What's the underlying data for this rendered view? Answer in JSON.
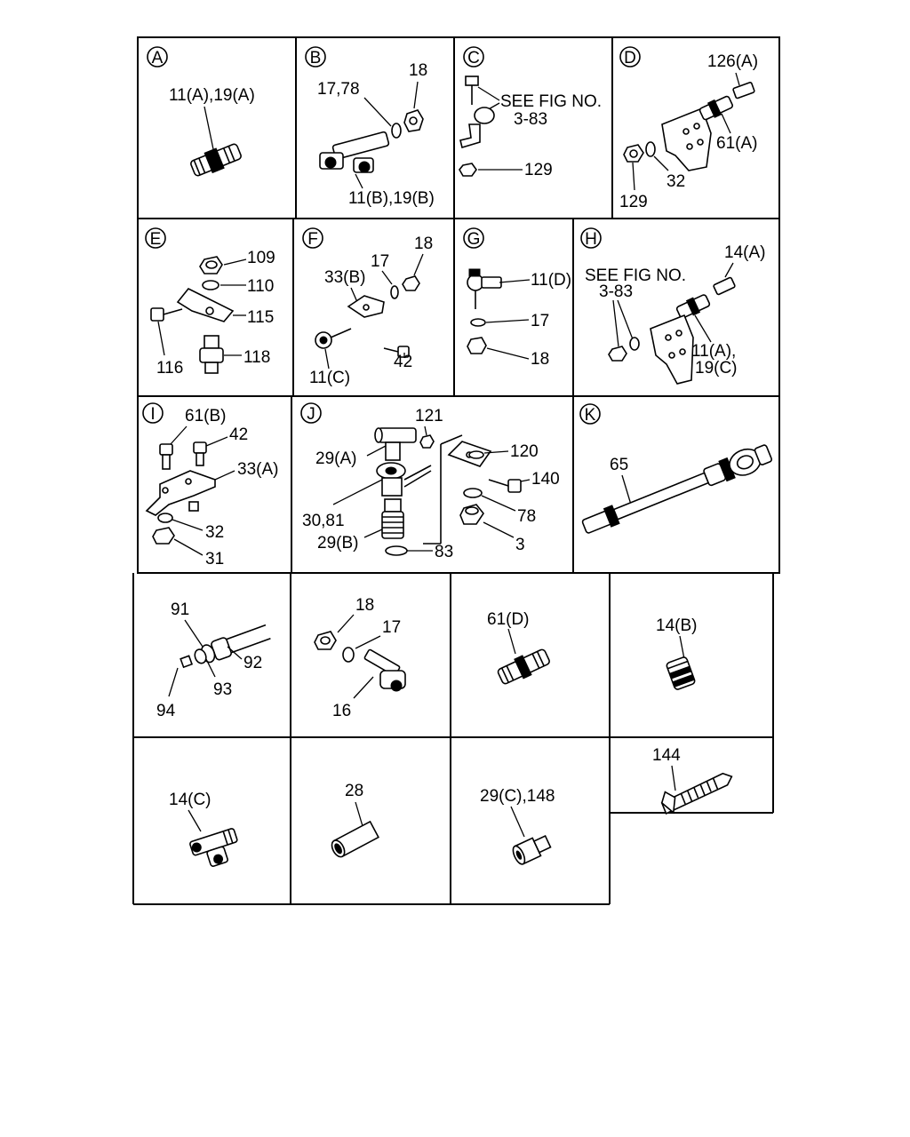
{
  "panels": {
    "A": {
      "letter": "A",
      "labels": [
        "11(A),19(A)"
      ]
    },
    "B": {
      "letter": "B",
      "labels": [
        "17,78",
        "18",
        "11(B),19(B)"
      ]
    },
    "C": {
      "letter": "C",
      "labels": [
        "SEE FIG NO.",
        "3-83",
        "129"
      ]
    },
    "D": {
      "letter": "D",
      "labels": [
        "126(A)",
        "61(A)",
        "129",
        "32"
      ]
    },
    "E": {
      "letter": "E",
      "labels": [
        "109",
        "110",
        "115",
        "116",
        "118"
      ]
    },
    "F": {
      "letter": "F",
      "labels": [
        "18",
        "17",
        "33(B)",
        "42",
        "11(C)"
      ]
    },
    "G": {
      "letter": "G",
      "labels": [
        "11(D)",
        "17",
        "18"
      ]
    },
    "H": {
      "letter": "H",
      "labels": [
        "14(A)",
        "SEE FIG NO.",
        "3-83",
        "11(A),",
        "19(C)"
      ]
    },
    "I": {
      "letter": "I",
      "labels": [
        "61(B)",
        "42",
        "33(A)",
        "32",
        "31"
      ]
    },
    "J": {
      "letter": "J",
      "labels": [
        "121",
        "29(A)",
        "120",
        "140",
        "30,81",
        "78",
        "29(B)",
        "3",
        "83"
      ]
    },
    "K": {
      "letter": "K",
      "labels": [
        "65"
      ]
    },
    "P91": {
      "labels": [
        "91",
        "92",
        "93",
        "94"
      ]
    },
    "P16": {
      "labels": [
        "18",
        "17",
        "16"
      ]
    },
    "P61D": {
      "labels": [
        "61(D)"
      ]
    },
    "P14B": {
      "labels": [
        "14(B)"
      ]
    },
    "P14C": {
      "labels": [
        "14(C)"
      ]
    },
    "P28": {
      "labels": [
        "28"
      ]
    },
    "P29C": {
      "labels": [
        "29(C),148"
      ]
    },
    "P144": {
      "labels": [
        "144"
      ]
    }
  }
}
